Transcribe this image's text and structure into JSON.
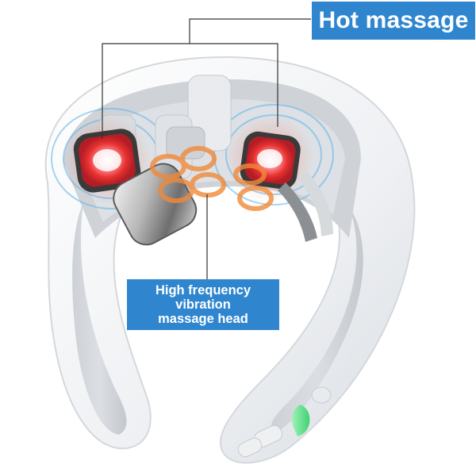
{
  "labels": {
    "hot_massage": "Hot massage",
    "vibration_head": {
      "line1": "High frequency",
      "line2": "vibration",
      "line3": "massage head"
    }
  },
  "colors": {
    "label_background": "#2f86cf",
    "label_text": "#ffffff",
    "heat_glow": "#e8322f",
    "vibration_glow": "#f08a3a",
    "wave_rings": "#5fb3e8",
    "indicator_light": "#46d97a"
  },
  "icons": [
    "neck-massager-device",
    "heating-electrode",
    "vibration-head",
    "power-indicator-light"
  ]
}
